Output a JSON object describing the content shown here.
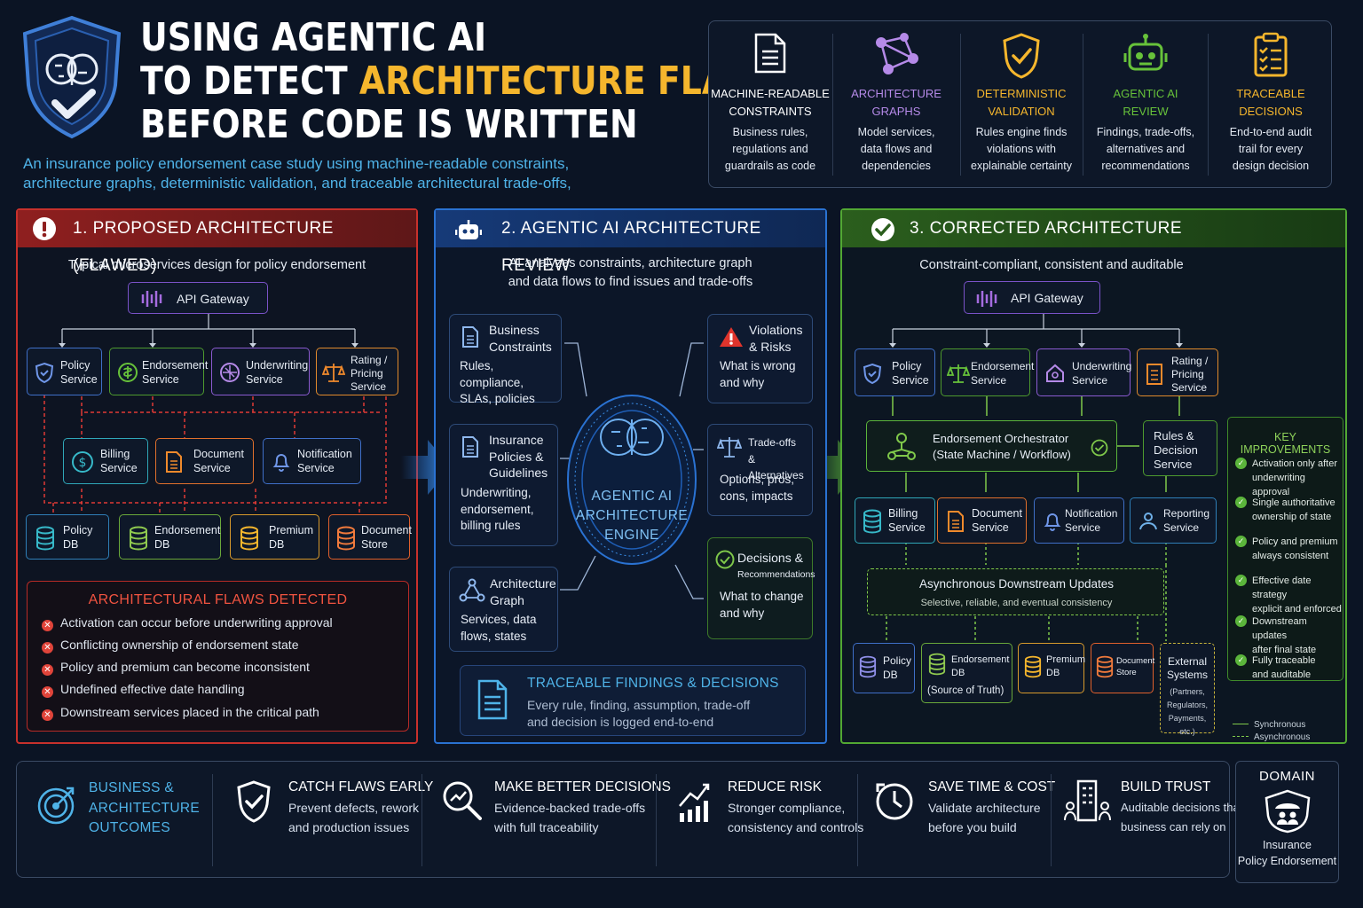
{
  "header": {
    "title_line1": "USING AGENTIC AI",
    "title_line2_prefix": "TO DETECT ",
    "title_line2_highlight": "ARCHITECTURE FLAWS",
    "title_line3": "BEFORE CODE IS WRITTEN",
    "subtitle_line1": "An insurance policy endorsement case study using machine-readable constraints,",
    "subtitle_line2": "architecture graphs, deterministic validation, and traceable architectural trade-offs,"
  },
  "pillars": [
    {
      "icon": "document-icon",
      "title1": "MACHINE-READABLE",
      "title2": "CONSTRAINTS",
      "d1": "Business rules,",
      "d2": "regulations and",
      "d3": "guardrails as code",
      "color": "#ffffff"
    },
    {
      "icon": "graph-icon",
      "title1": "ARCHITECTURE",
      "title2": "GRAPHS",
      "d1": "Model services,",
      "d2": "data flows and",
      "d3": "dependencies",
      "color": "#b58ae8"
    },
    {
      "icon": "shield-check-icon",
      "title1": "DETERMINISTIC",
      "title2": "VALIDATION",
      "d1": "Rules engine finds",
      "d2": "violations with",
      "d3": "explainable certainty",
      "color": "#f5b62d"
    },
    {
      "icon": "robot-icon",
      "title1": "AGENTIC AI",
      "title2": "REVIEW",
      "d1": "Findings, trade-offs,",
      "d2": "alternatives and",
      "d3": "recommendations",
      "color": "#67c23a"
    },
    {
      "icon": "checklist-icon",
      "title1": "TRACEABLE",
      "title2": "DECISIONS",
      "d1": "End-to-end audit",
      "d2": "trail for every",
      "d3": "design decision",
      "color": "#f5b62d"
    }
  ],
  "panel1": {
    "title": "1. PROPOSED ARCHITECTURE (FLAWED)",
    "tagline": "Typical microservices design for policy endorsement",
    "gateway": "API Gateway",
    "services": [
      {
        "l1": "Policy",
        "l2": "Service"
      },
      {
        "l1": "Endorsement",
        "l2": "Service"
      },
      {
        "l1": "Underwriting",
        "l2": "Service"
      },
      {
        "l1": "Rating /",
        "l2": "Pricing",
        "l3": "Service"
      }
    ],
    "support": [
      {
        "l1": "Billing",
        "l2": "Service"
      },
      {
        "l1": "Document",
        "l2": "Service"
      },
      {
        "l1": "Notification",
        "l2": "Service"
      }
    ],
    "stores": [
      {
        "l1": "Policy",
        "l2": "DB"
      },
      {
        "l1": "Endorsement",
        "l2": "DB"
      },
      {
        "l1": "Premium",
        "l2": "DB"
      },
      {
        "l1": "Document",
        "l2": "Store"
      }
    ],
    "flaws_title": "ARCHITECTURAL FLAWS DETECTED",
    "flaws": [
      "Activation can occur before underwriting approval",
      "Conflicting ownership of endorsement state",
      "Policy and premium can become inconsistent",
      "Undefined effective date handling",
      "Downstream services placed in the critical path"
    ]
  },
  "panel2": {
    "title": "2. AGENTIC AI ARCHITECTURE REVIEW",
    "tagline1": "AI analyzes constraints, architecture graph",
    "tagline2": "and data flows to find issues and trade-offs",
    "engine1": "AGENTIC AI",
    "engine2": "ARCHITECTURE",
    "engine3": "ENGINE",
    "inputs": [
      {
        "h1": "Business",
        "h2": "Constraints",
        "d1": "Rules, compliance,",
        "d2": "SLAs, policies"
      },
      {
        "h1": "Insurance",
        "h2": "Policies &",
        "h3": "Guidelines",
        "d1": "Underwriting,",
        "d2": "endorsement,",
        "d3": "billing rules"
      },
      {
        "h1": "Architecture",
        "h2": "Graph",
        "d1": "Services, data",
        "d2": "flows, states"
      }
    ],
    "outputs": [
      {
        "h1": "Violations",
        "h2": "& Risks",
        "d1": "What is wrong",
        "d2": "and why"
      },
      {
        "h1": "Trade-offs",
        "h2": "& Alternatives",
        "d1": "Options, pros,",
        "d2": "cons, impacts"
      },
      {
        "h1": "Decisions &",
        "h2": "Recommendations",
        "d1": "What to change",
        "d2": "and why"
      }
    ],
    "trace_title": "TRACEABLE FINDINGS & DECISIONS",
    "trace_d1": "Every rule, finding, assumption, trade-off",
    "trace_d2": "and decision is logged end-to-end"
  },
  "panel3": {
    "title": "3. CORRECTED ARCHITECTURE",
    "tagline": "Constraint-compliant, consistent and auditable",
    "gateway": "API Gateway",
    "services": [
      {
        "l1": "Policy",
        "l2": "Service"
      },
      {
        "l1": "Endorsement",
        "l2": "Service"
      },
      {
        "l1": "Underwriting",
        "l2": "Service"
      },
      {
        "l1": "Rating /",
        "l2": "Pricing",
        "l3": "Service"
      }
    ],
    "orch1": "Endorsement Orchestrator",
    "orch2": "(State Machine / Workflow)",
    "rules1": "Rules &",
    "rules2": "Decision",
    "rules3": "Service",
    "support": [
      {
        "l1": "Billing",
        "l2": "Service"
      },
      {
        "l1": "Document",
        "l2": "Service"
      },
      {
        "l1": "Notification",
        "l2": "Service"
      },
      {
        "l1": "Reporting",
        "l2": "Service"
      }
    ],
    "async1": "Asynchronous Downstream Updates",
    "async2": "Selective, reliable, and eventual consistency",
    "stores": [
      {
        "l1": "Policy",
        "l2": "DB"
      },
      {
        "l1": "Endorsement",
        "l2": "DB",
        "l3": "(Source of Truth)"
      },
      {
        "l1": "Premium",
        "l2": "DB"
      },
      {
        "l1": "Document",
        "l2": "Store"
      }
    ],
    "external": {
      "l1": "External",
      "l2": "Systems",
      "l3": "(Partners,",
      "l4": "Regulators,",
      "l5": "Payments, etc.)"
    },
    "key_title": "KEY IMPROVEMENTS",
    "key": [
      {
        "a": "Activation only after",
        "b": "underwriting approval"
      },
      {
        "a": "Single authoritative",
        "b": "ownership of state"
      },
      {
        "a": "Policy and premium",
        "b": "always consistent"
      },
      {
        "a": "Effective date strategy",
        "b": "explicit and enforced"
      },
      {
        "a": "Downstream updates",
        "b": "after final state"
      },
      {
        "a": "Fully traceable",
        "b": "and auditable"
      }
    ],
    "legend_sync": "Synchronous",
    "legend_async": "Asynchronous"
  },
  "outcomes": {
    "title1": "BUSINESS &",
    "title2": "ARCHITECTURE",
    "title3": "OUTCOMES",
    "items": [
      {
        "h": "CATCH FLAWS EARLY",
        "d1": "Prevent defects, rework",
        "d2": "and production issues"
      },
      {
        "h": "MAKE BETTER DECISIONS",
        "d1": "Evidence-backed trade-offs",
        "d2": "with full traceability"
      },
      {
        "h": "REDUCE RISK",
        "d1": "Stronger compliance,",
        "d2": "consistency and controls"
      },
      {
        "h": "SAVE TIME & COST",
        "d1": "Validate architecture",
        "d2": "before you build"
      },
      {
        "h": "BUILD TRUST",
        "d1": "Auditable decisions that",
        "d2": "business can rely on"
      }
    ]
  },
  "domain": {
    "title": "DOMAIN",
    "l1": "Insurance",
    "l2": "Policy Endorsement"
  },
  "colors": {
    "red": "#c8312c",
    "blue": "#2a72d2",
    "green": "#52a833",
    "gold": "#f5b62d",
    "purple": "#a56ce0",
    "teal": "#37b9c9",
    "orange": "#f08a2c"
  }
}
